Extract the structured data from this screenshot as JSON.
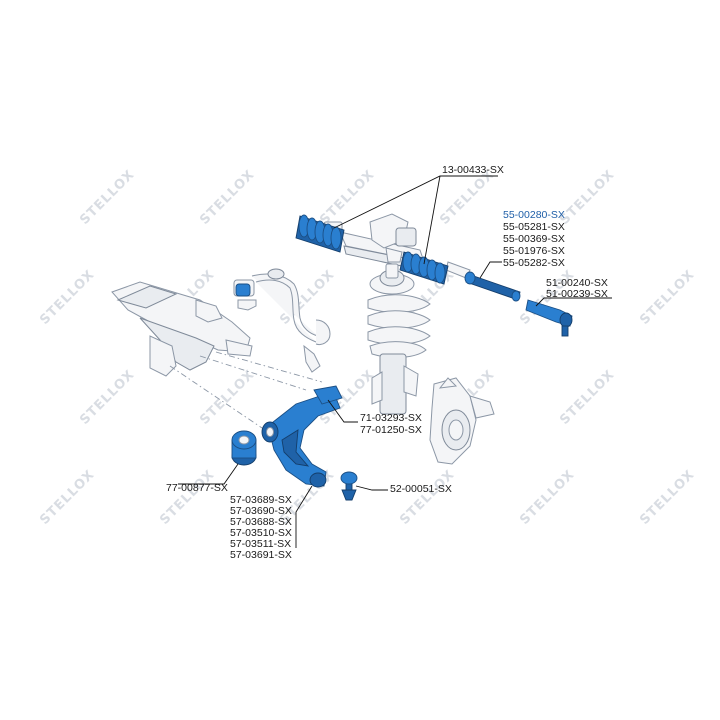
{
  "watermark": {
    "text": "STELLOX",
    "color": "#d9dde3"
  },
  "colors": {
    "part_highlight": "#2a7fd0",
    "label_text": "#1a1a1a",
    "highlighted_label_text": "#1f5fa8",
    "outline": "#8c97a6"
  },
  "callouts": {
    "steering_rack": {
      "codes": [
        "13-00433-SX"
      ]
    },
    "tie_rod": {
      "codes": [
        "55-00280-SX",
        "55-05281-SX",
        "55-00369-SX",
        "55-01976-SX",
        "55-05282-SX"
      ],
      "highlighted_index": 0
    },
    "tie_rod_end": {
      "codes": [
        "51-00240-SX",
        "51-00239-SX"
      ]
    },
    "arm_bushing_rear": {
      "codes": [
        "71-03293-SX",
        "77-01250-SX"
      ]
    },
    "arm_bushing_front": {
      "codes": [
        "77-00877-SX"
      ]
    },
    "ball_joint": {
      "codes": [
        "52-00051-SX"
      ]
    },
    "control_arm": {
      "codes": [
        "57-03689-SX",
        "57-03690-SX",
        "57-03688-SX",
        "57-03510-SX",
        "57-03511-SX",
        "57-03691-SX"
      ]
    }
  }
}
